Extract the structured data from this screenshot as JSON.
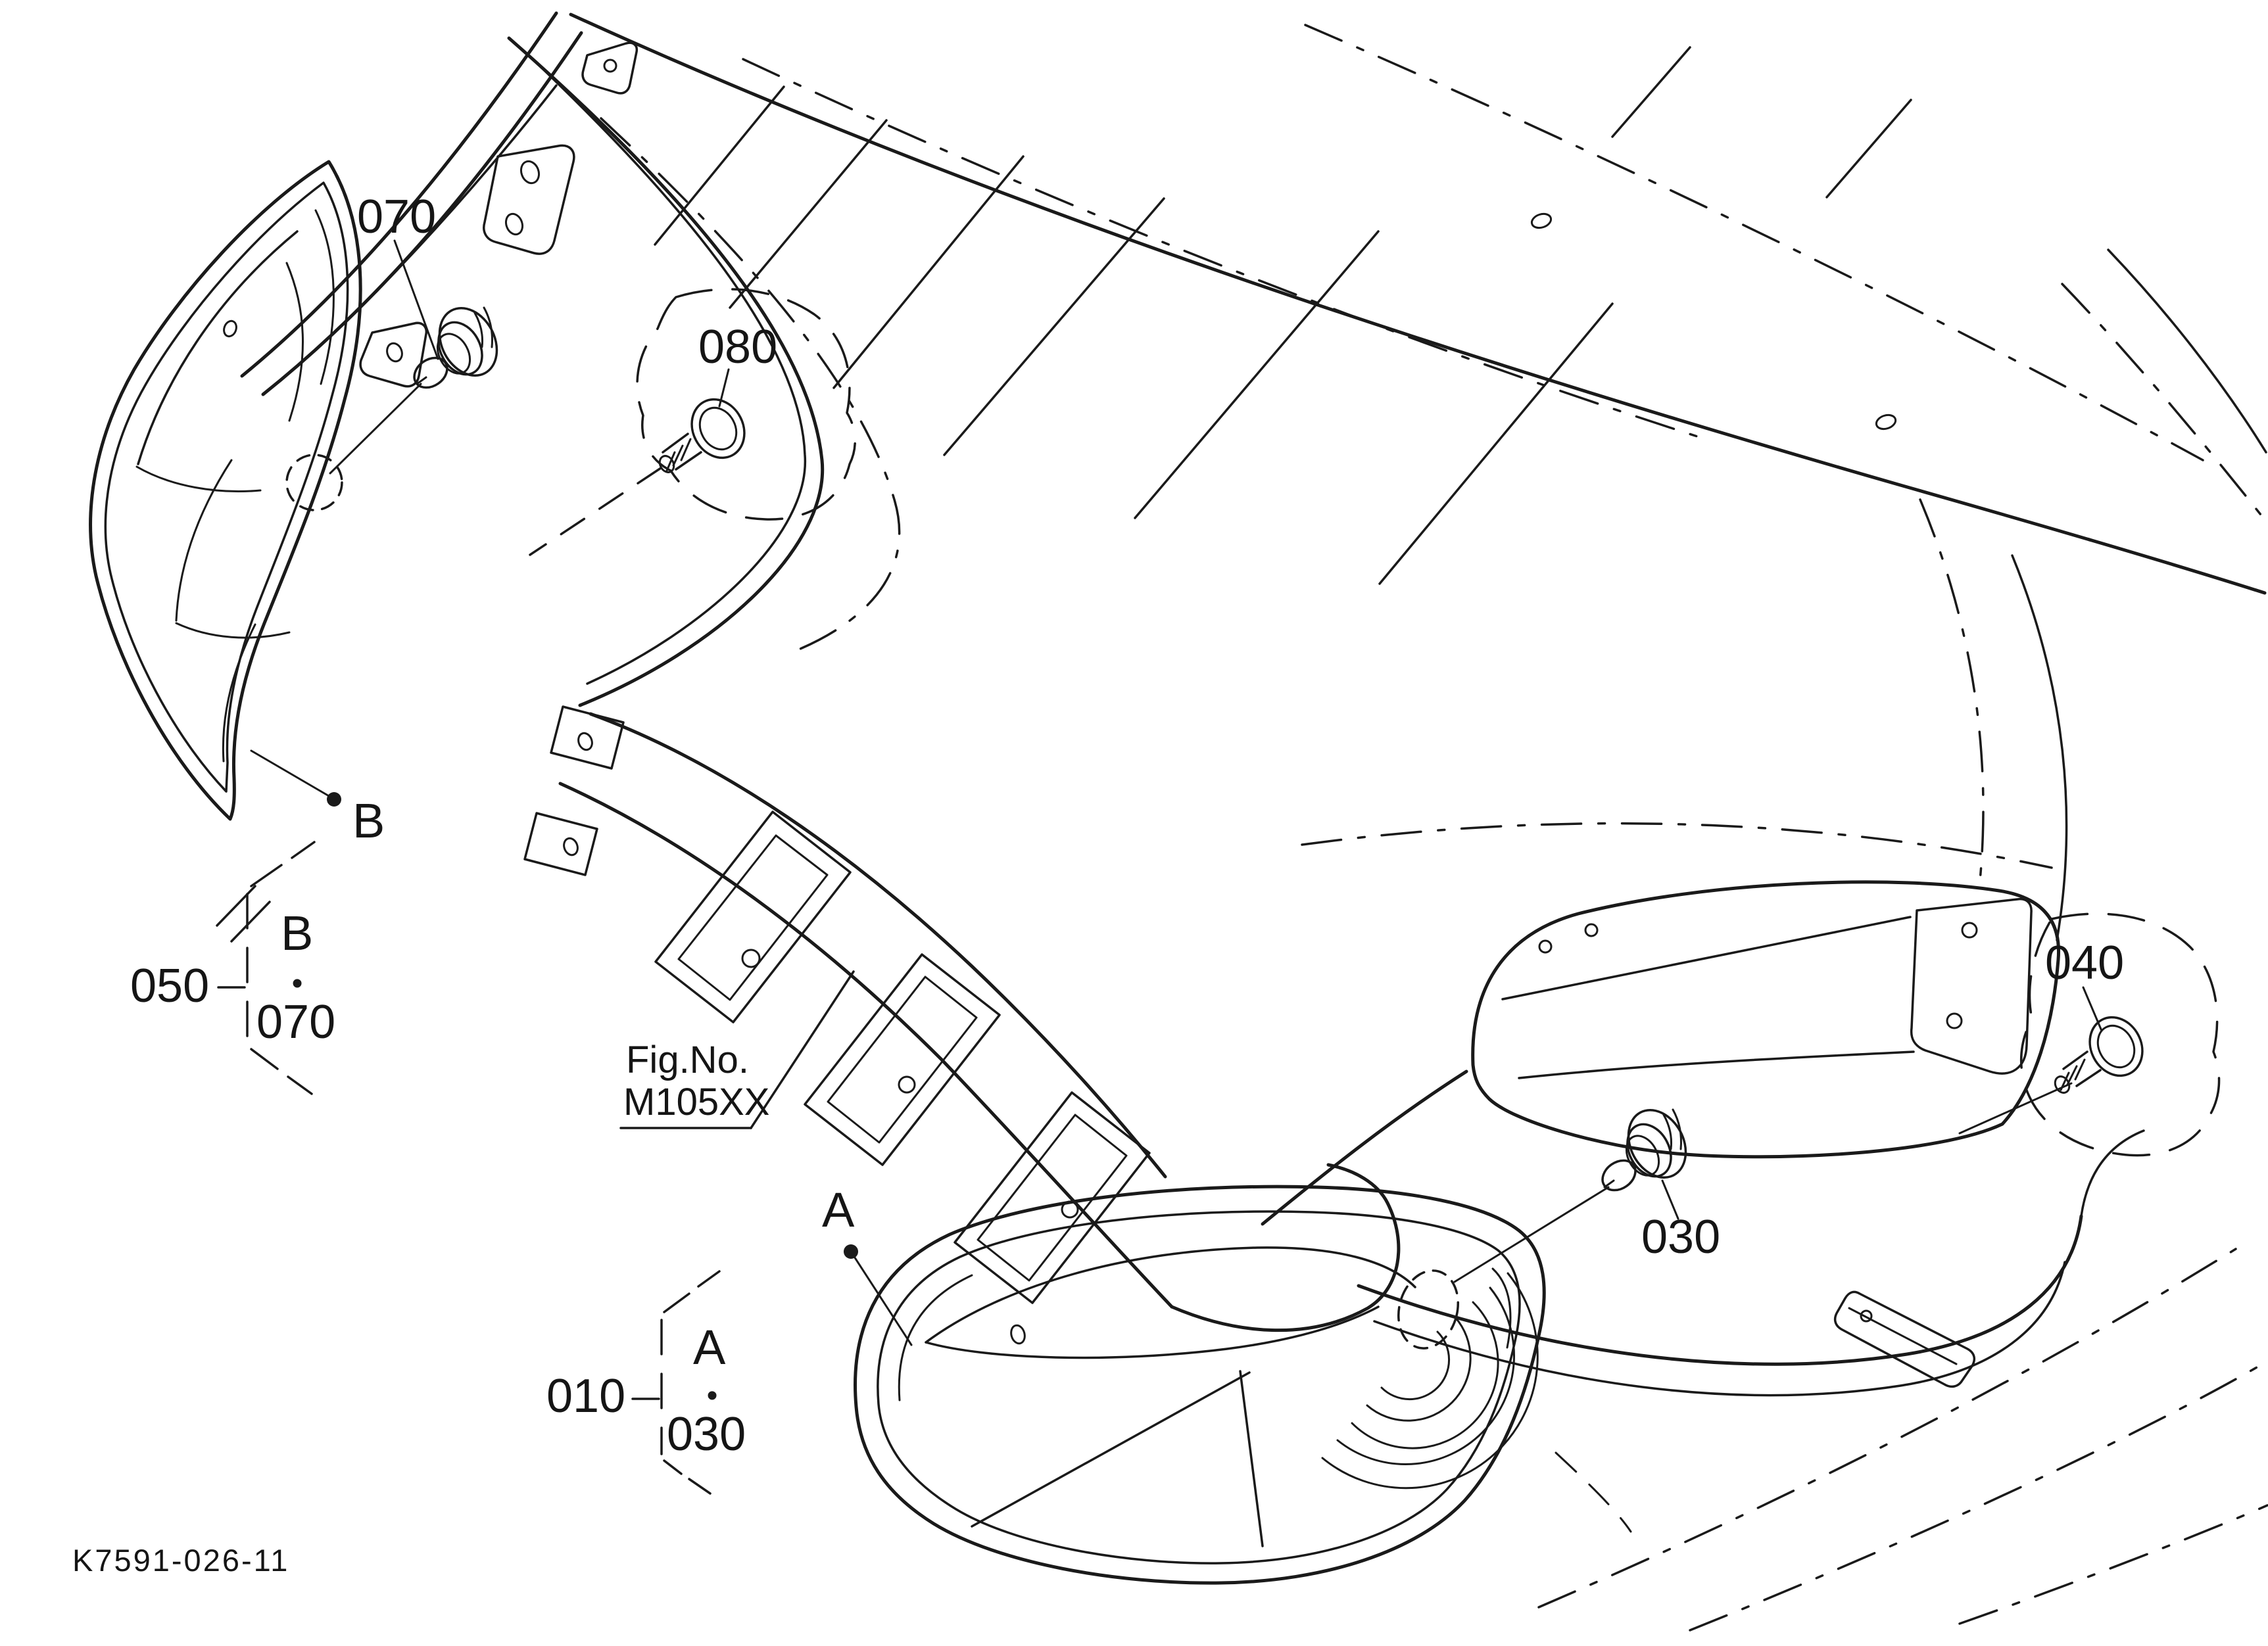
{
  "page": {
    "background": "#ffffff",
    "line_color": "#1a1a1a"
  },
  "title_block": {
    "drawing_code": "K7591-026-11"
  },
  "figure_reference": {
    "line1": "Fig.No.",
    "line2": "M105XX"
  },
  "part_callouts": {
    "bulb_socket_left": "070",
    "screw_left": "080",
    "bulb_socket_right": "030",
    "screw_right": "040"
  },
  "view_markers": {
    "left_headlight": "B",
    "right_headlight": "A"
  },
  "reference_groups": {
    "left_headlight_assembly": {
      "group": "050",
      "view": "B",
      "separator": "•",
      "through_part": "070"
    },
    "right_headlight_assembly": {
      "group": "010",
      "view": "A",
      "separator": "•",
      "through_part": "030"
    }
  }
}
